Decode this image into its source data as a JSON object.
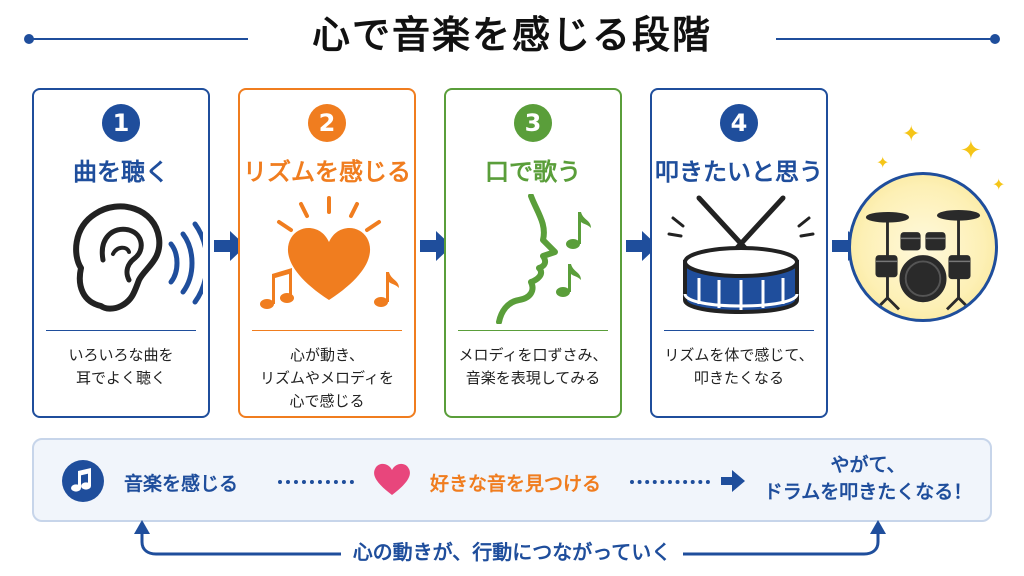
{
  "title": "心で音楽を感じる段階",
  "colors": {
    "blue": "#1f4e9c",
    "orange": "#f07d1f",
    "green": "#5a9e3a",
    "pink": "#e8467c"
  },
  "steps": [
    {
      "number": "1",
      "title": "曲を聴く",
      "desc": [
        "いろいろな曲を",
        "耳でよく聴く"
      ],
      "icon": "ear-icon"
    },
    {
      "number": "2",
      "title": "リズムを感じる",
      "desc": [
        "心が動き、",
        "リズムやメロディを",
        "心で感じる"
      ],
      "icon": "heart-icon"
    },
    {
      "number": "3",
      "title": "口で歌う",
      "desc": [
        "メロディを口ずさみ、",
        "音楽を表現してみる"
      ],
      "icon": "singing-face-icon"
    },
    {
      "number": "4",
      "title": "叩きたいと思う",
      "desc": [
        "リズムを体で感じて、",
        "叩きたくなる"
      ],
      "icon": "snare-drum-icon"
    }
  ],
  "final_icon": "drum-kit-icon",
  "summary": {
    "item1": "音楽を感じる",
    "item2": "好きな音を見つける",
    "result_line1": "やがて、",
    "result_line2": "ドラムを叩きたくなる！"
  },
  "footer": "心の動きが、行動につながっていく"
}
